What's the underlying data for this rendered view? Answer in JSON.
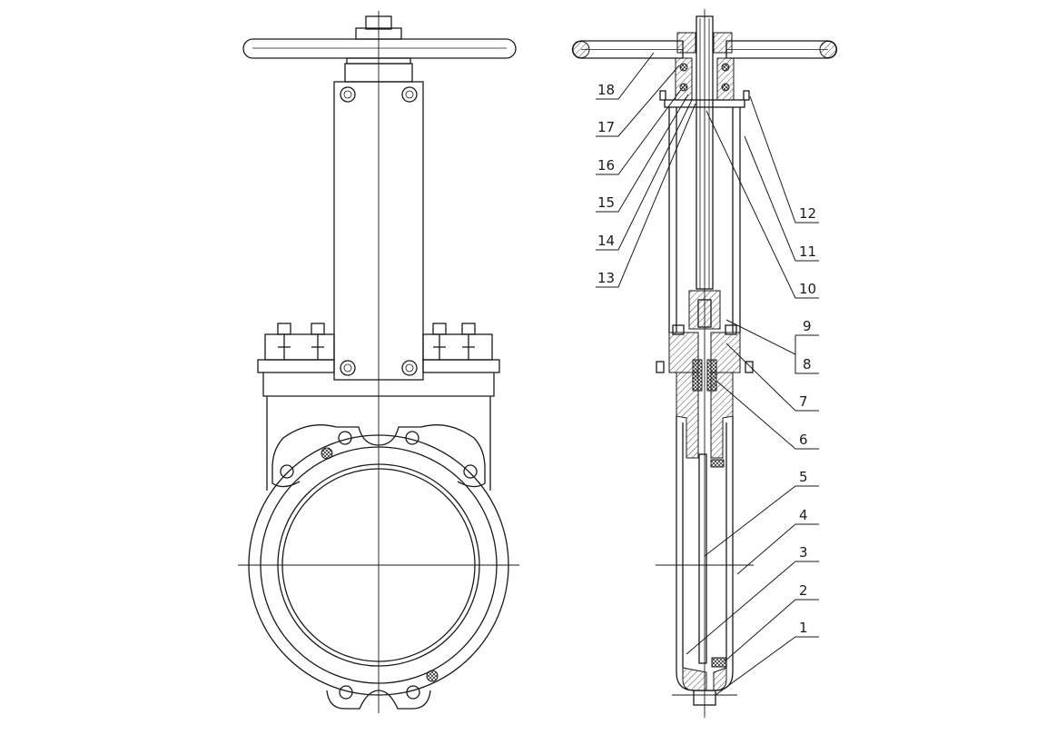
{
  "drawing": {
    "callouts": [
      {
        "id": "1",
        "text": "1"
      },
      {
        "id": "2",
        "text": "2"
      },
      {
        "id": "3",
        "text": "3"
      },
      {
        "id": "4",
        "text": "4"
      },
      {
        "id": "5",
        "text": "5"
      },
      {
        "id": "6",
        "text": "6"
      },
      {
        "id": "7",
        "text": "7"
      },
      {
        "id": "8",
        "text": "8"
      },
      {
        "id": "9",
        "text": "9"
      },
      {
        "id": "10",
        "text": "10"
      },
      {
        "id": "11",
        "text": "11"
      },
      {
        "id": "12",
        "text": "12"
      },
      {
        "id": "13",
        "text": "13"
      },
      {
        "id": "14",
        "text": "14"
      },
      {
        "id": "15",
        "text": "15"
      },
      {
        "id": "16",
        "text": "16"
      },
      {
        "id": "17",
        "text": "17"
      },
      {
        "id": "18",
        "text": "18"
      }
    ]
  }
}
